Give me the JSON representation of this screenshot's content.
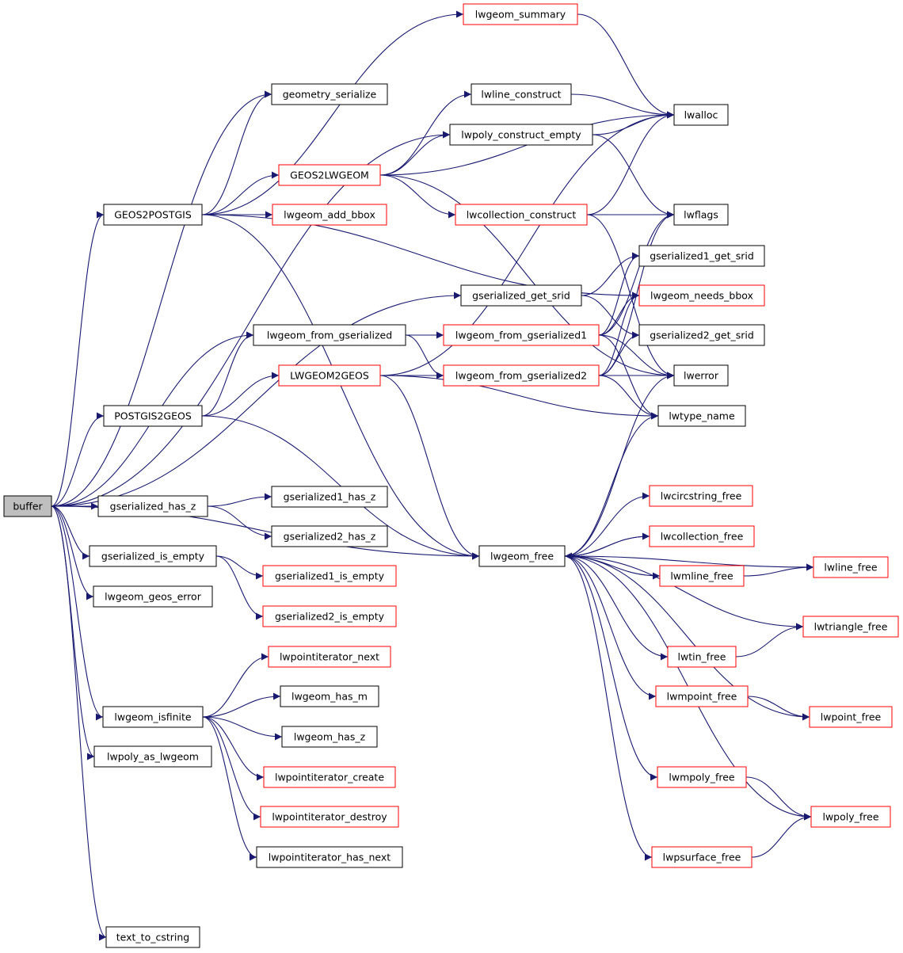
{
  "colors": {
    "edge": "#191970",
    "node_fill": "#ffffff",
    "root_fill": "#bfbfbf",
    "border_normal": "#000000",
    "border_red": "#ff0000"
  },
  "nodes": [
    {
      "id": "buffer",
      "label": "buffer",
      "style": "root"
    },
    {
      "id": "geometry_serialize",
      "label": "geometry_serialize",
      "style": "black"
    },
    {
      "id": "GEOS2POSTGIS",
      "label": "GEOS2POSTGIS",
      "style": "black"
    },
    {
      "id": "POSTGIS2GEOS",
      "label": "POSTGIS2GEOS",
      "style": "black"
    },
    {
      "id": "gserialized_has_z",
      "label": "gserialized_has_z",
      "style": "black"
    },
    {
      "id": "gserialized_is_empty",
      "label": "gserialized_is_empty",
      "style": "black"
    },
    {
      "id": "lwgeom_geos_error",
      "label": "lwgeom_geos_error",
      "style": "black"
    },
    {
      "id": "lwgeom_isfinite",
      "label": "lwgeom_isfinite",
      "style": "black"
    },
    {
      "id": "lwpoly_as_lwgeom",
      "label": "lwpoly_as_lwgeom",
      "style": "black"
    },
    {
      "id": "text_to_cstring",
      "label": "text_to_cstring",
      "style": "black"
    },
    {
      "id": "GEOS2LWGEOM",
      "label": "GEOS2LWGEOM",
      "style": "red"
    },
    {
      "id": "lwgeom_add_bbox",
      "label": "lwgeom_add_bbox",
      "style": "red"
    },
    {
      "id": "lwgeom_from_gserialized",
      "label": "lwgeom_from_gserialized",
      "style": "black"
    },
    {
      "id": "LWGEOM2GEOS",
      "label": "LWGEOM2GEOS",
      "style": "red"
    },
    {
      "id": "gserialized1_has_z",
      "label": "gserialized1_has_z",
      "style": "black"
    },
    {
      "id": "gserialized2_has_z",
      "label": "gserialized2_has_z",
      "style": "black"
    },
    {
      "id": "gserialized1_is_empty",
      "label": "gserialized1_is_empty",
      "style": "red"
    },
    {
      "id": "gserialized2_is_empty",
      "label": "gserialized2_is_empty",
      "style": "red"
    },
    {
      "id": "lwpointiterator_next",
      "label": "lwpointiterator_next",
      "style": "red"
    },
    {
      "id": "lwgeom_has_m",
      "label": "lwgeom_has_m",
      "style": "black"
    },
    {
      "id": "lwgeom_has_z",
      "label": "lwgeom_has_z",
      "style": "black"
    },
    {
      "id": "lwpointiterator_create",
      "label": "lwpointiterator_create",
      "style": "red"
    },
    {
      "id": "lwpointiterator_destroy",
      "label": "lwpointiterator_destroy",
      "style": "red"
    },
    {
      "id": "lwpointiterator_has_next",
      "label": "lwpointiterator_has_next",
      "style": "black"
    },
    {
      "id": "lwgeom_summary",
      "label": "lwgeom_summary",
      "style": "red"
    },
    {
      "id": "lwline_construct",
      "label": "lwline_construct",
      "style": "black"
    },
    {
      "id": "lwpoly_construct_empty",
      "label": "lwpoly_construct_empty",
      "style": "black"
    },
    {
      "id": "lwcollection_construct",
      "label": "lwcollection_construct",
      "style": "red"
    },
    {
      "id": "gserialized_get_srid",
      "label": "gserialized_get_srid",
      "style": "black"
    },
    {
      "id": "lwgeom_from_gserialized1",
      "label": "lwgeom_from_gserialized1",
      "style": "red"
    },
    {
      "id": "lwgeom_from_gserialized2",
      "label": "lwgeom_from_gserialized2",
      "style": "red"
    },
    {
      "id": "lwgeom_free",
      "label": "lwgeom_free",
      "style": "black"
    },
    {
      "id": "lwalloc",
      "label": "lwalloc",
      "style": "black"
    },
    {
      "id": "lwflags",
      "label": "lwflags",
      "style": "black"
    },
    {
      "id": "gserialized1_get_srid",
      "label": "gserialized1_get_srid",
      "style": "black"
    },
    {
      "id": "lwgeom_needs_bbox",
      "label": "lwgeom_needs_bbox",
      "style": "red"
    },
    {
      "id": "gserialized2_get_srid",
      "label": "gserialized2_get_srid",
      "style": "black"
    },
    {
      "id": "lwerror",
      "label": "lwerror",
      "style": "black"
    },
    {
      "id": "lwtype_name",
      "label": "lwtype_name",
      "style": "black"
    },
    {
      "id": "lwcircstring_free",
      "label": "lwcircstring_free",
      "style": "red"
    },
    {
      "id": "lwcollection_free",
      "label": "lwcollection_free",
      "style": "red"
    },
    {
      "id": "lwmline_free",
      "label": "lwmline_free",
      "style": "red"
    },
    {
      "id": "lwtin_free",
      "label": "lwtin_free",
      "style": "red"
    },
    {
      "id": "lwmpoint_free",
      "label": "lwmpoint_free",
      "style": "red"
    },
    {
      "id": "lwmpoly_free",
      "label": "lwmpoly_free",
      "style": "red"
    },
    {
      "id": "lwpsurface_free",
      "label": "lwpsurface_free",
      "style": "red"
    },
    {
      "id": "lwline_free",
      "label": "lwline_free",
      "style": "red"
    },
    {
      "id": "lwtriangle_free",
      "label": "lwtriangle_free",
      "style": "red"
    },
    {
      "id": "lwpoint_free",
      "label": "lwpoint_free",
      "style": "red"
    },
    {
      "id": "lwpoly_free",
      "label": "lwpoly_free",
      "style": "red"
    }
  ],
  "edges": [
    [
      "buffer",
      "geometry_serialize"
    ],
    [
      "buffer",
      "GEOS2POSTGIS"
    ],
    [
      "buffer",
      "POSTGIS2GEOS"
    ],
    [
      "buffer",
      "gserialized_has_z"
    ],
    [
      "buffer",
      "gserialized_is_empty"
    ],
    [
      "buffer",
      "lwgeom_geos_error"
    ],
    [
      "buffer",
      "lwgeom_isfinite"
    ],
    [
      "buffer",
      "lwpoly_as_lwgeom"
    ],
    [
      "buffer",
      "text_to_cstring"
    ],
    [
      "buffer",
      "lwpoly_construct_empty"
    ],
    [
      "buffer",
      "gserialized_get_srid"
    ],
    [
      "buffer",
      "lwgeom_from_gserialized"
    ],
    [
      "buffer",
      "lwgeom_free"
    ],
    [
      "GEOS2POSTGIS",
      "geometry_serialize"
    ],
    [
      "GEOS2POSTGIS",
      "GEOS2LWGEOM"
    ],
    [
      "GEOS2POSTGIS",
      "lwgeom_add_bbox"
    ],
    [
      "GEOS2POSTGIS",
      "lwgeom_summary"
    ],
    [
      "GEOS2POSTGIS",
      "lwgeom_needs_bbox"
    ],
    [
      "GEOS2POSTGIS",
      "lwgeom_free"
    ],
    [
      "POSTGIS2GEOS",
      "lwgeom_from_gserialized"
    ],
    [
      "POSTGIS2GEOS",
      "LWGEOM2GEOS"
    ],
    [
      "POSTGIS2GEOS",
      "lwgeom_free"
    ],
    [
      "gserialized_has_z",
      "gserialized1_has_z"
    ],
    [
      "gserialized_has_z",
      "gserialized2_has_z"
    ],
    [
      "gserialized_is_empty",
      "gserialized1_is_empty"
    ],
    [
      "gserialized_is_empty",
      "gserialized2_is_empty"
    ],
    [
      "lwgeom_isfinite",
      "lwpointiterator_next"
    ],
    [
      "lwgeom_isfinite",
      "lwgeom_has_m"
    ],
    [
      "lwgeom_isfinite",
      "lwgeom_has_z"
    ],
    [
      "lwgeom_isfinite",
      "lwpointiterator_create"
    ],
    [
      "lwgeom_isfinite",
      "lwpointiterator_destroy"
    ],
    [
      "lwgeom_isfinite",
      "lwpointiterator_has_next"
    ],
    [
      "GEOS2LWGEOM",
      "lwline_construct"
    ],
    [
      "GEOS2LWGEOM",
      "lwpoly_construct_empty"
    ],
    [
      "GEOS2LWGEOM",
      "lwcollection_construct"
    ],
    [
      "GEOS2LWGEOM",
      "lwalloc"
    ],
    [
      "GEOS2LWGEOM",
      "lwerror"
    ],
    [
      "lwgeom_from_gserialized",
      "lwgeom_from_gserialized1"
    ],
    [
      "lwgeom_from_gserialized",
      "lwgeom_from_gserialized2"
    ],
    [
      "LWGEOM2GEOS",
      "lwalloc"
    ],
    [
      "LWGEOM2GEOS",
      "lwgeom_free"
    ],
    [
      "LWGEOM2GEOS",
      "lwerror"
    ],
    [
      "LWGEOM2GEOS",
      "lwtype_name"
    ],
    [
      "lwgeom_summary",
      "lwalloc"
    ],
    [
      "lwline_construct",
      "lwalloc"
    ],
    [
      "lwpoly_construct_empty",
      "lwalloc"
    ],
    [
      "lwpoly_construct_empty",
      "lwflags"
    ],
    [
      "lwcollection_construct",
      "lwalloc"
    ],
    [
      "lwcollection_construct",
      "lwflags"
    ],
    [
      "lwcollection_construct",
      "lwerror"
    ],
    [
      "gserialized_get_srid",
      "gserialized1_get_srid"
    ],
    [
      "gserialized_get_srid",
      "gserialized2_get_srid"
    ],
    [
      "lwgeom_from_gserialized1",
      "lwflags"
    ],
    [
      "lwgeom_from_gserialized1",
      "gserialized1_get_srid"
    ],
    [
      "lwgeom_from_gserialized1",
      "lwgeom_needs_bbox"
    ],
    [
      "lwgeom_from_gserialized1",
      "lwerror"
    ],
    [
      "lwgeom_from_gserialized1",
      "lwtype_name"
    ],
    [
      "lwgeom_from_gserialized2",
      "lwflags"
    ],
    [
      "lwgeom_from_gserialized2",
      "lwgeom_needs_bbox"
    ],
    [
      "lwgeom_from_gserialized2",
      "gserialized2_get_srid"
    ],
    [
      "lwgeom_from_gserialized2",
      "lwerror"
    ],
    [
      "lwgeom_from_gserialized2",
      "lwtype_name"
    ],
    [
      "lwgeom_free",
      "lwerror"
    ],
    [
      "lwgeom_free",
      "lwtype_name"
    ],
    [
      "lwgeom_free",
      "lwcircstring_free"
    ],
    [
      "lwgeom_free",
      "lwcollection_free"
    ],
    [
      "lwgeom_free",
      "lwmline_free"
    ],
    [
      "lwgeom_free",
      "lwtin_free"
    ],
    [
      "lwgeom_free",
      "lwmpoint_free"
    ],
    [
      "lwgeom_free",
      "lwmpoly_free"
    ],
    [
      "lwgeom_free",
      "lwpsurface_free"
    ],
    [
      "lwgeom_free",
      "lwline_free"
    ],
    [
      "lwgeom_free",
      "lwtriangle_free"
    ],
    [
      "lwgeom_free",
      "lwpoint_free"
    ],
    [
      "lwgeom_free",
      "lwpoly_free"
    ],
    [
      "lwcollection_free",
      "lwgeom_free"
    ],
    [
      "lwmline_free",
      "lwline_free"
    ],
    [
      "lwtin_free",
      "lwtriangle_free"
    ],
    [
      "lwmpoint_free",
      "lwpoint_free"
    ],
    [
      "lwmpoly_free",
      "lwpoly_free"
    ],
    [
      "lwpsurface_free",
      "lwpoly_free"
    ]
  ]
}
